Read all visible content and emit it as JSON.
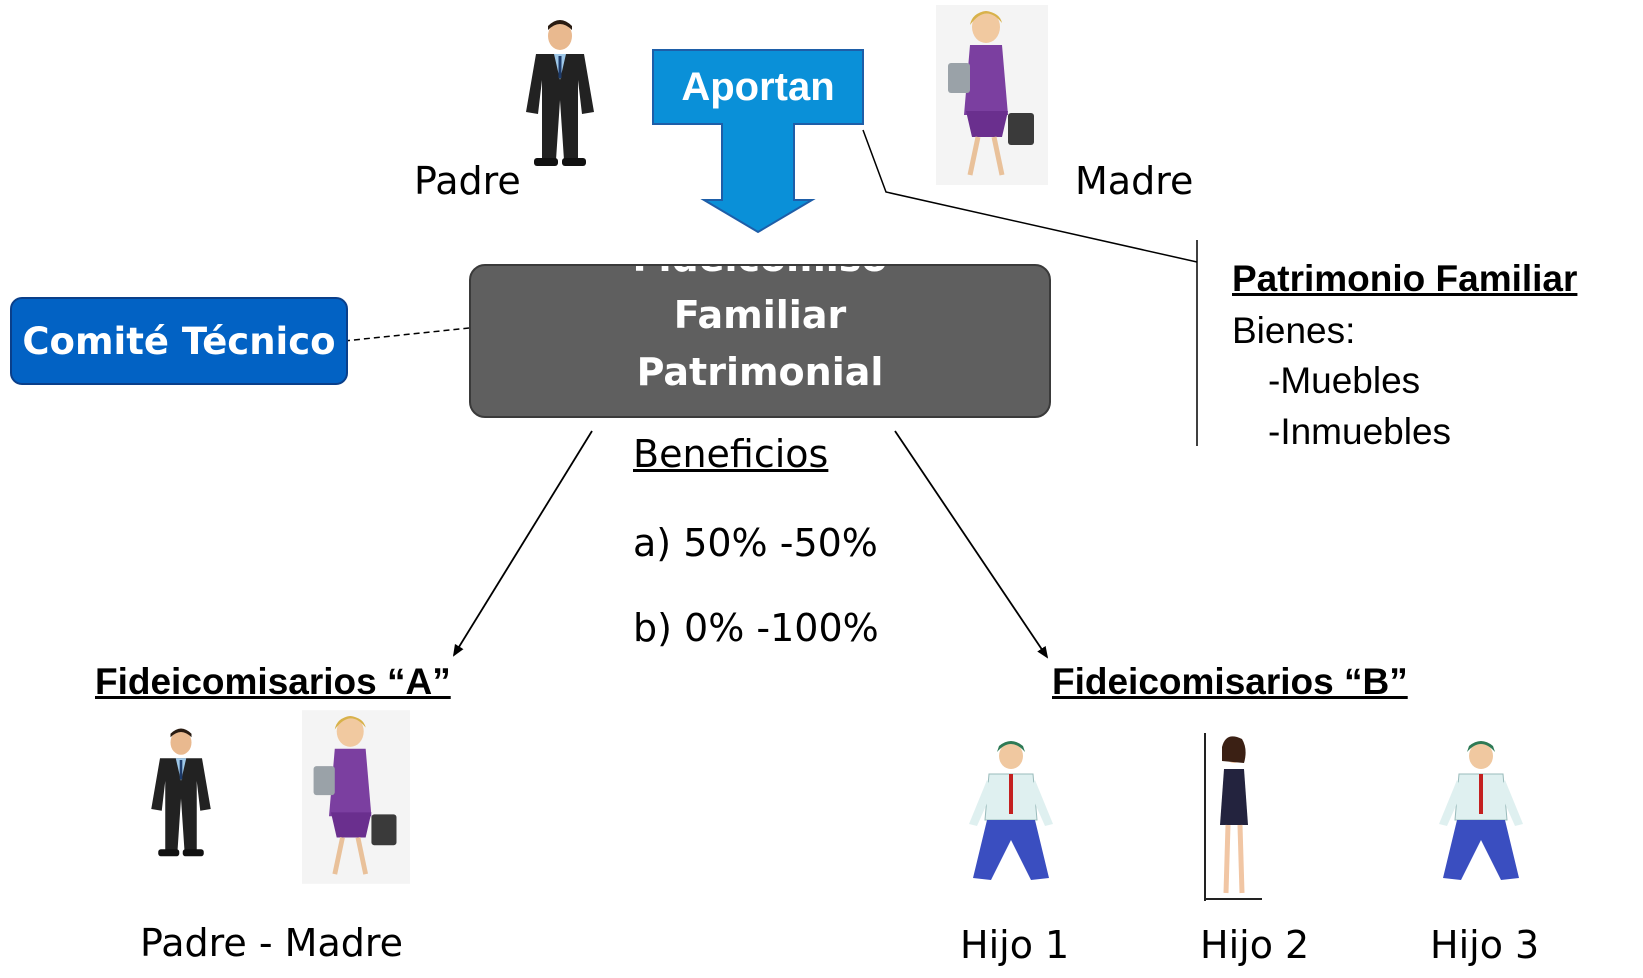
{
  "top": {
    "padre_label": "Padre",
    "madre_label": "Madre",
    "aportan_label": "Aportan"
  },
  "center": {
    "title_line1": "Fideicomiso",
    "title_line2": "Familiar",
    "title_line3": "Patrimonial"
  },
  "comite": {
    "label": "Comité Técnico"
  },
  "patrimonio": {
    "title": "Patrimonio Familiar",
    "bienes": "Bienes:",
    "items": [
      "-Muebles",
      "-Inmuebles"
    ]
  },
  "beneficios": {
    "title": "Beneficios",
    "options": [
      "a) 50% -50%",
      "b) 0% -100%"
    ]
  },
  "fideicomisarios_a": {
    "title": "Fideicomisarios “A”",
    "caption": "Padre - Madre"
  },
  "fideicomisarios_b": {
    "title": "Fideicomisarios “B”",
    "children": [
      "Hijo 1",
      "Hijo 2",
      "Hijo 3"
    ]
  },
  "colors": {
    "arrow_blue": "#0a90d8",
    "box_gray": "#5f5f5f",
    "comite_blue": "#0262c4"
  }
}
